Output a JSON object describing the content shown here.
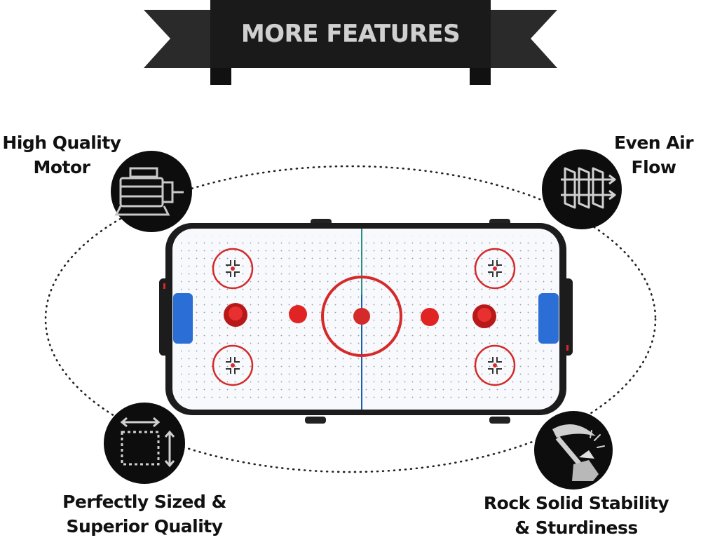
{
  "banner": {
    "title": "MORE FEATURES"
  },
  "features": {
    "motor": {
      "line1": "High Quality",
      "line2": "Motor",
      "icon": "motor-icon"
    },
    "air": {
      "line1": "Even Air",
      "line2": "Flow",
      "icon": "air-flow-icon"
    },
    "size": {
      "line1": "Perfectly Sized &",
      "line2": "Superior Quality",
      "icon": "dimensions-icon"
    },
    "stable": {
      "line1": "Rock Solid Stability",
      "line2": "& Sturdiness",
      "icon": "pickaxe-rock-icon"
    }
  },
  "colors": {
    "banner": "#1a1a1a",
    "banner_text": "#d0d0d0",
    "icon_circle": "#0d0d0d",
    "rink_red": "#d42a2a",
    "goal_blue": "#2b6fd6",
    "table_frame": "#1c1c1c",
    "rink_surface": "#f7f9fc"
  }
}
